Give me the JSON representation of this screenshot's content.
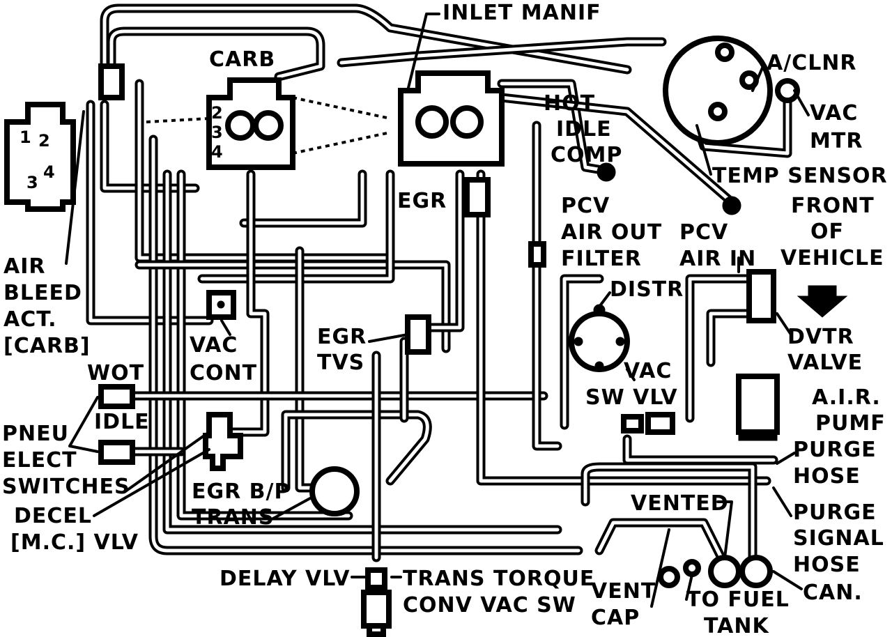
{
  "labels": {
    "inlet_manif": "INLET MANIF",
    "carb": "CARB",
    "a_clnr": "A/CLNR",
    "vac_mtr_1": "VAC",
    "vac_mtr_2": "MTR",
    "hot_idle_comp_1": "HOT",
    "hot_idle_comp_2": "IDLE",
    "hot_idle_comp_3": "COMP",
    "temp_sensor": "TEMP SENSOR",
    "front_of_vehicle_1": "FRONT",
    "front_of_vehicle_2": "OF",
    "front_of_vehicle_3": "VEHICLE",
    "egr": "EGR",
    "pcv_air_out_filter_1": "PCV",
    "pcv_air_out_filter_2": "AIR OUT",
    "pcv_air_out_filter_3": "FILTER",
    "pcv_air_in_1": "PCV",
    "pcv_air_in_2": "AIR IN",
    "distr": "DISTR",
    "air_bleed_act_1": "AIR",
    "air_bleed_act_2": "BLEED",
    "air_bleed_act_3": "ACT.",
    "air_bleed_act_4": "[CARB]",
    "vac_cont_1": "VAC",
    "vac_cont_2": "CONT",
    "egr_tvs_1": "EGR",
    "egr_tvs_2": "TVS",
    "dvtr_valve_1": "DVTR",
    "dvtr_valve_2": "VALVE",
    "wot": "WOT",
    "idle": "IDLE",
    "pneu_elect_switches_1": "PNEU",
    "pneu_elect_switches_2": "ELECT",
    "pneu_elect_switches_3": "SWITCHES",
    "vac_sw_vlv_1": "VAC",
    "vac_sw_vlv_2": "SW VLV",
    "air_pump_1": "A.I.R.",
    "air_pump_2": "PUMF",
    "purge_hose_1": "PURGE",
    "purge_hose_2": "HOSE",
    "decel_vlv_1": "DECEL",
    "decel_vlv_2": "[M.C.] VLV",
    "egr_bp_trans_1": "EGR B/P",
    "egr_bp_trans_2": "TRANS",
    "vented": "VENTED",
    "purge_signal_hose_1": "PURGE",
    "purge_signal_hose_2": "SIGNAL",
    "purge_signal_hose_3": "HOSE",
    "can": "CAN.",
    "delay_vlv": "DELAY VLV",
    "trans_torque_1": "TRANS TORQUE",
    "trans_torque_2": "CONV VAC SW",
    "vent_cap_1": "VENT",
    "vent_cap_2": "CAP",
    "to_fuel_tank_1": "TO FUEL",
    "to_fuel_tank_2": "TANK"
  },
  "port_numbers": {
    "carb_p2": "2",
    "carb_p3": "3",
    "carb_p4": "4",
    "act_p1": "1",
    "act_p2": "2",
    "act_p3": "3",
    "act_p4": "4"
  }
}
